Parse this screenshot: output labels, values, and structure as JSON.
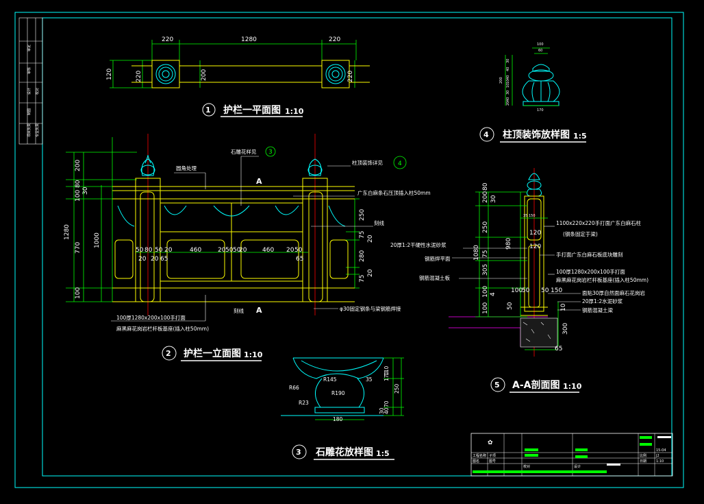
{
  "colors": {
    "frame": "#00ffff",
    "dimension": "#00ff00",
    "outline": "#ffff00",
    "decor": "#00ffff",
    "centerline": "#ff0000",
    "hidden": "#ff00ff",
    "text": "#ffffff"
  },
  "views": {
    "plan": {
      "number": "1",
      "title": "护栏一平面图",
      "scale": "1:10",
      "dims": {
        "left": "220",
        "middle": "1280",
        "right": "220",
        "h1": "120",
        "h2": "220",
        "h3": "200",
        "h4": "220"
      }
    },
    "elevation": {
      "number": "2",
      "title": "护栏一立面图",
      "scale": "1:10",
      "dims": {
        "d200": "200",
        "d80": "80",
        "d100a": "100",
        "d30": "30",
        "d770": "770",
        "d100b": "100",
        "d1280": "1280",
        "d1000": "1000",
        "r250": "250",
        "r75a": "75",
        "r20a": "20",
        "r280": "280",
        "r20b": "20",
        "r75b": "75",
        "b50a": "50",
        "b80": "80",
        "b50b": "50",
        "b20a": "20",
        "b460a": "460",
        "b20b": "20",
        "b50c": "50",
        "b50d": "50",
        "b20c": "20",
        "b460b": "460",
        "b20d": "20",
        "b50e": "50",
        "s20a": "20",
        "s20b": "20",
        "s65a": "65",
        "s65b": "65"
      },
      "notes": {
        "stoneCarving": "石雕花样见",
        "roundCorner": "圆角处理",
        "postTopDecor": "柱顶装饰详见",
        "cap": "广东白麻条石压顶插入柱50mm",
        "groove": "刻线",
        "groove2": "刻线",
        "anchor": "φ30固定钢条与梁钢筋焊接",
        "base1": "100厚1280x200x100手打面",
        "base2": "麻黑麻花岗岩栏杆板基座(插入柱50mm)",
        "ref3": "3",
        "ref4": "4",
        "sectionMark": "A"
      }
    },
    "carving": {
      "number": "3",
      "title": "石雕花放样图",
      "scale": "1:5",
      "dims": {
        "r145": "R145",
        "r190": "R190",
        "r66": "R66",
        "r23": "R23",
        "w180": "180",
        "d35": "35",
        "d170": "170",
        "d110": "110",
        "d250": "250",
        "d70": "70",
        "d40": "40",
        "d30": "30"
      }
    },
    "postTop": {
      "number": "4",
      "title": "柱顶装饰放样图",
      "scale": "1:5",
      "dims": {
        "w100": "100",
        "w60": "60",
        "w170": "170",
        "h200": "200",
        "s1": "30",
        "s2": "40",
        "s3": "40",
        "s4": "10",
        "s5": "10",
        "s6": "30",
        "s7": "40",
        "s8": "20"
      }
    },
    "section": {
      "number": "5",
      "title": "A-A剖面图",
      "scale": "1:10",
      "dims": {
        "t200": "200",
        "t80": "80",
        "t30": "30",
        "t250": "250",
        "t75": "75",
        "t305": "305",
        "t100": "100",
        "t1080": "1080",
        "t980": "980",
        "w35": "35",
        "w150": "150",
        "w120": "120",
        "w100": "100",
        "w50a": "50",
        "w50b": "50",
        "w150b": "150",
        "w120b": "120",
        "b100": "100",
        "b50": "50",
        "b300": "300",
        "b65": "65",
        "c10": "10",
        "c4": "4"
      },
      "notes": {
        "column": "1100x220x220手打面广东白麻石柱",
        "columnFix": "(钢条固定于梁)",
        "mortar": "20厚1:2干硬性水泥砂浆",
        "steelPlate": "钢筋焊平面",
        "beam": "钢筋混凝土板",
        "baseStone": "手打面广东白麻石板底块雕刻",
        "base1": "100厚1280x200x100手打面",
        "base2": "麻黑麻花岗岩栏杆板基座(插入柱50mm)",
        "finish": "面贴30厚自然面麻石花岗岩",
        "mortar2": "20厚1:2水泥砂浆",
        "rcBeam": "钢筋混凝土梁"
      }
    }
  },
  "sidebar": {
    "cells": [
      "审定",
      "审核",
      "校对",
      "设计",
      "制图",
      "专业负责",
      "项目负责"
    ]
  },
  "titleBlock": {
    "logo": "✿",
    "labels": [
      "工程名称",
      "子项",
      "图名",
      "图号",
      "比例",
      "日期",
      "设计",
      "校对"
    ],
    "values": [
      "1:10",
      "J2",
      "15-04"
    ]
  }
}
